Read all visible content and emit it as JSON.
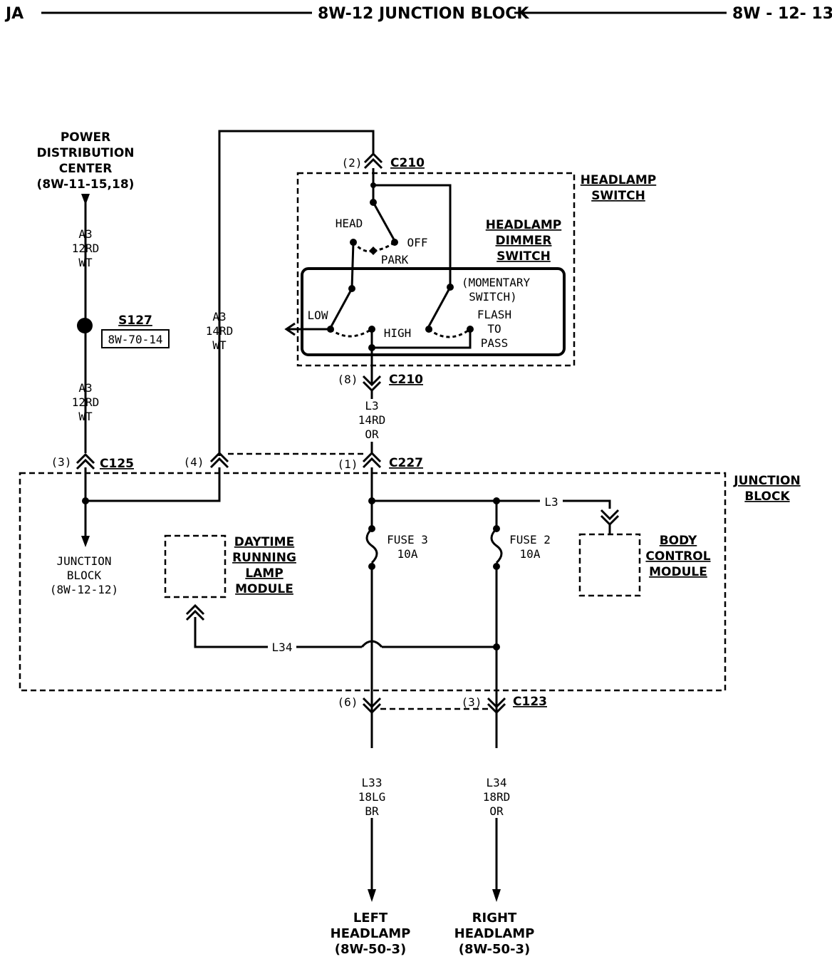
{
  "header": {
    "left": "JA",
    "center": "8W-12 JUNCTION BLOCK",
    "right": "8W - 12- 13"
  },
  "pdc": {
    "line1": "POWER",
    "line2": "DISTRIBUTION",
    "line3": "CENTER",
    "line4": "(8W-11-15,18)"
  },
  "wires": {
    "a3_top": [
      "A3",
      "12RD",
      "WT"
    ],
    "a3_bottom": [
      "A3",
      "12RD",
      "WT"
    ],
    "a3_14": [
      "A3",
      "14RD",
      "WT"
    ],
    "l3": [
      "L3",
      "14RD",
      "OR"
    ],
    "l33": [
      "L33",
      "18LG",
      "BR"
    ],
    "l34": [
      "L34",
      "18RD",
      "OR"
    ],
    "l3_bcm": "L3",
    "l34_internal": "L34"
  },
  "splice": {
    "id": "S127",
    "ref": "8W-70-14"
  },
  "connectors": {
    "c210_top_pin": "(2)",
    "c210_top": "C210",
    "c210_bottom_pin": "(8)",
    "c210_bottom": "C210",
    "c125_pin": "(3)",
    "c125": "C125",
    "c125_pin4": "(4)",
    "c227_pin": "(1)",
    "c227": "C227",
    "c123_pin6": "(6)",
    "c123_pin3": "(3)",
    "c123": "C123"
  },
  "switch": {
    "headlamp_switch": [
      "HEADLAMP",
      "SWITCH"
    ],
    "dimmer_switch": [
      "HEADLAMP",
      "DIMMER",
      "SWITCH"
    ],
    "head": "HEAD",
    "off": "OFF",
    "park": "PARK",
    "momentary": [
      "(MOMENTARY",
      "SWITCH)"
    ],
    "low": "LOW",
    "high": "HIGH",
    "flash": [
      "FLASH",
      "TO",
      "PASS"
    ]
  },
  "junction_block": {
    "label": [
      "JUNCTION",
      "BLOCK"
    ],
    "ref": [
      "JUNCTION",
      "BLOCK",
      "(8W-12-12)"
    ],
    "drl": [
      "DAYTIME",
      "RUNNING",
      "LAMP",
      "MODULE"
    ],
    "bcm": [
      "BODY",
      "CONTROL",
      "MODULE"
    ],
    "fuse3": [
      "FUSE 3",
      "10A"
    ],
    "fuse2": [
      "FUSE 2",
      "10A"
    ]
  },
  "outputs": {
    "left": [
      "LEFT",
      "HEADLAMP",
      "(8W-50-3)"
    ],
    "right": [
      "RIGHT",
      "HEADLAMP",
      "(8W-50-3)"
    ]
  }
}
